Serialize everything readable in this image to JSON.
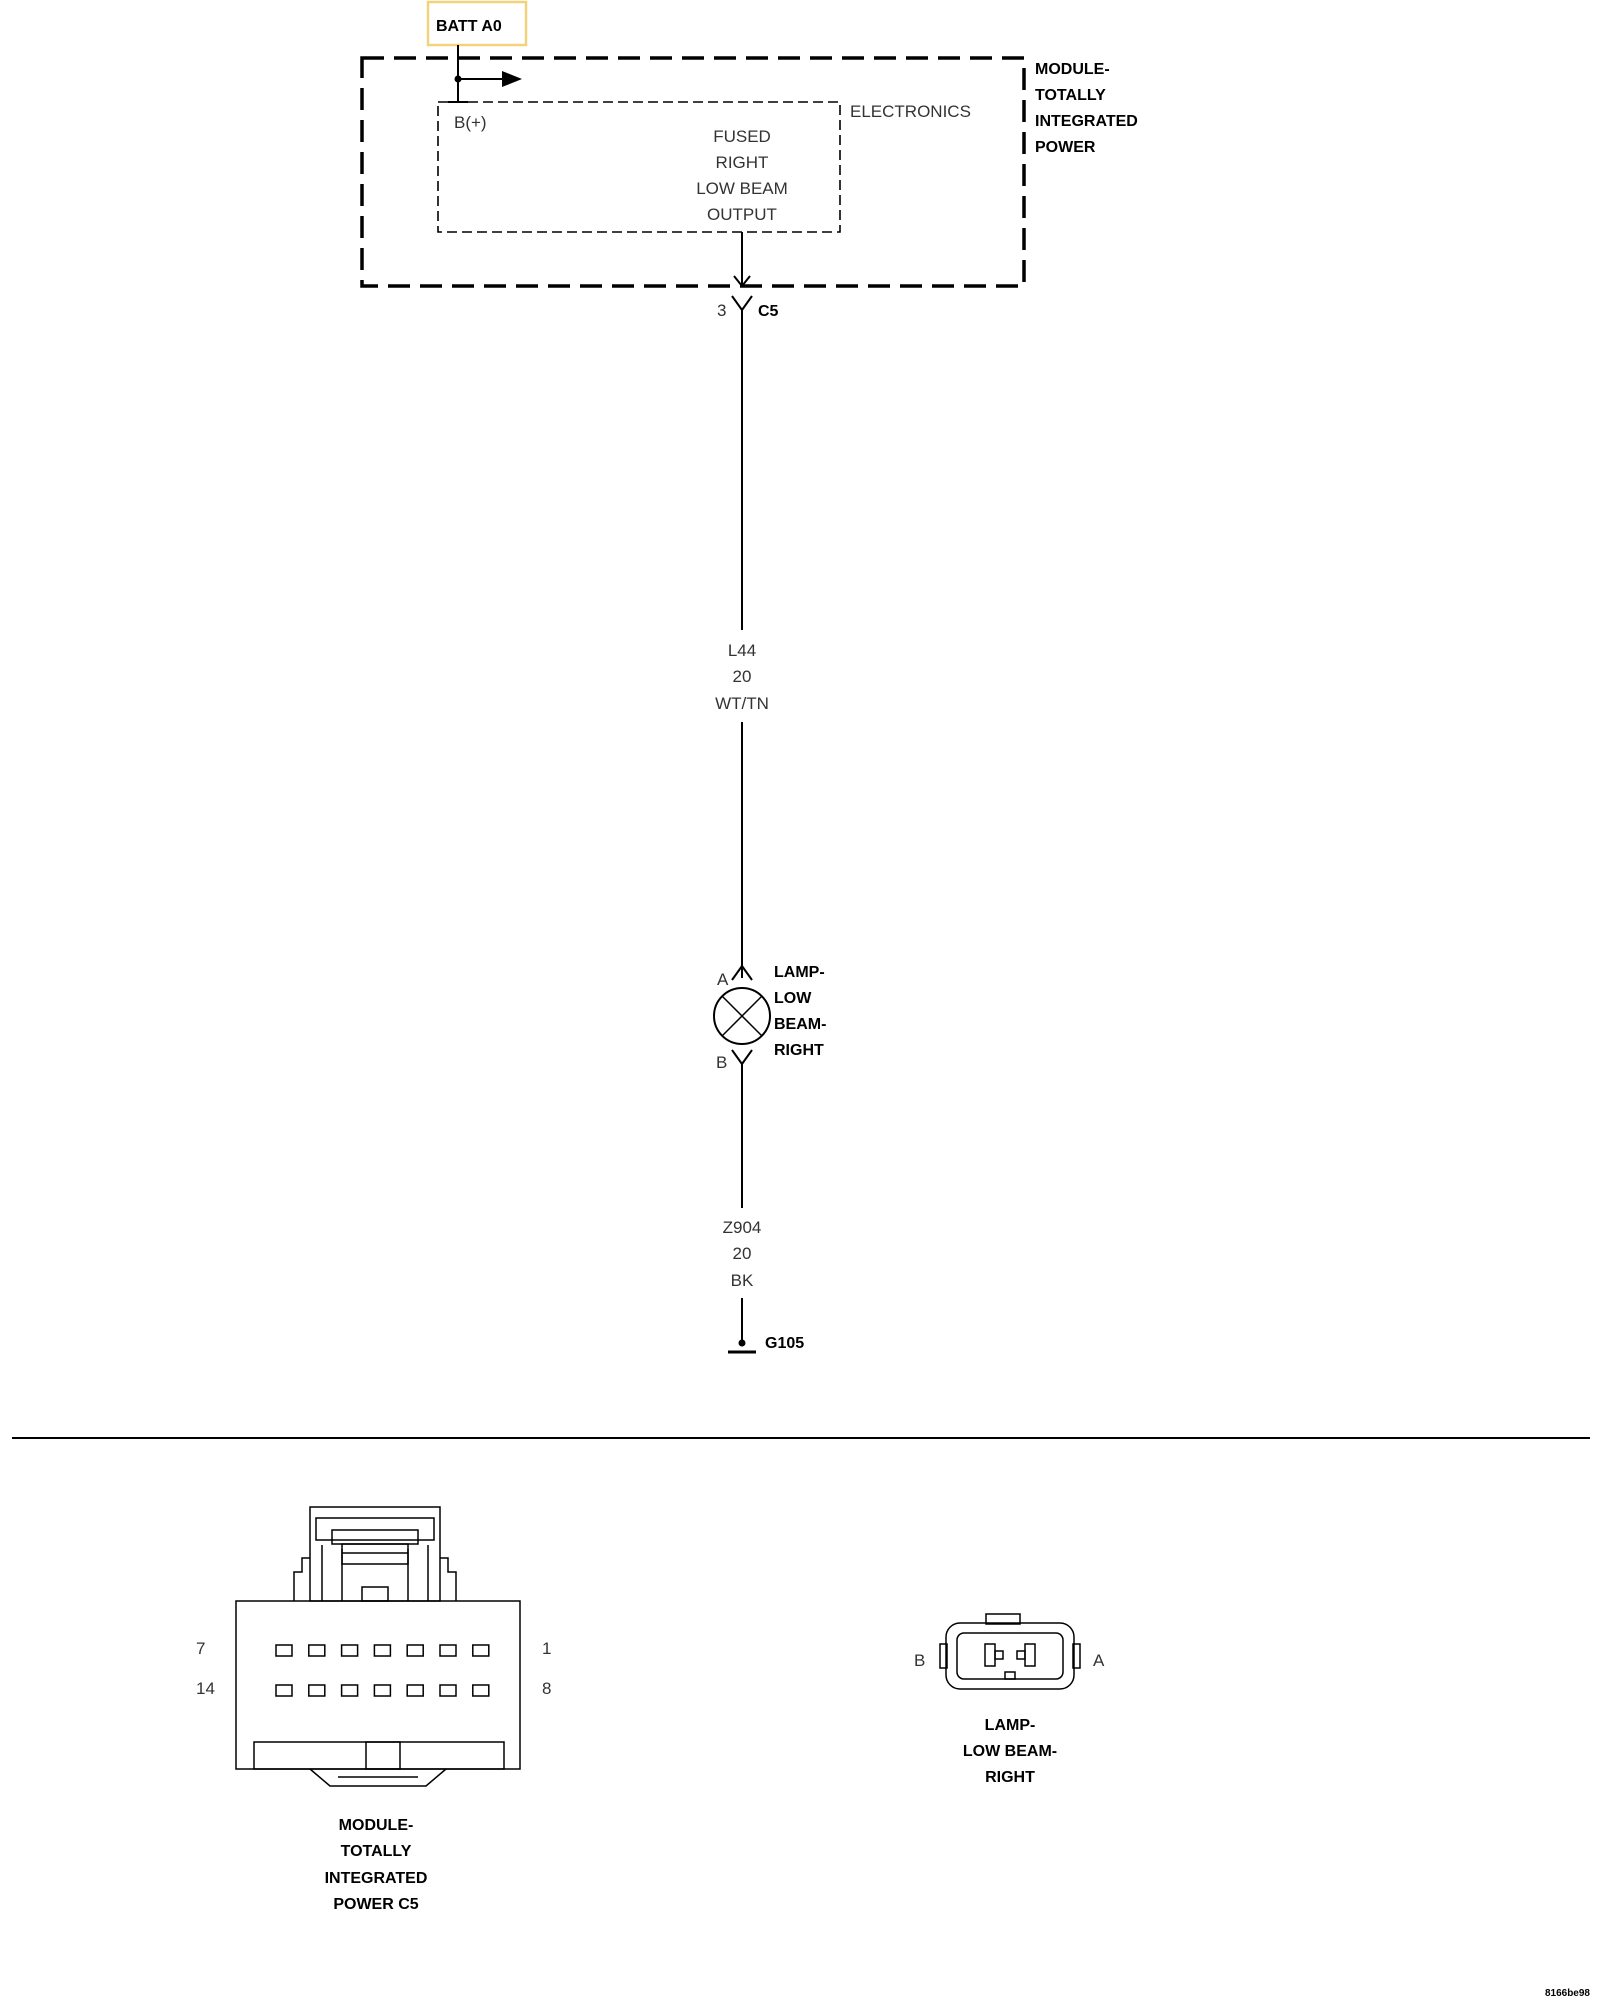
{
  "battery_label": "BATT A0",
  "module": {
    "name_lines": [
      "MODULE-",
      "TOTALLY",
      "INTEGRATED",
      "POWER"
    ],
    "electronics_label": "ELECTRONICS",
    "bplus_label": "B(+)",
    "output_lines": [
      "FUSED",
      "RIGHT",
      "LOW BEAM",
      "OUTPUT"
    ]
  },
  "connector_c5": {
    "pin": "3",
    "name": "C5"
  },
  "wire_l44": {
    "circuit": "L44",
    "gauge": "20",
    "color": "WT/TN"
  },
  "lamp": {
    "pin_a": "A",
    "pin_b": "B",
    "name_lines": [
      "LAMP-",
      "LOW",
      "BEAM-",
      "RIGHT"
    ]
  },
  "wire_z904": {
    "circuit": "Z904",
    "gauge": "20",
    "color": "BK"
  },
  "ground": {
    "name": "G105"
  },
  "c5_view": {
    "pin_labels": {
      "top_left": "7",
      "top_right": "1",
      "bottom_left": "14",
      "bottom_right": "8"
    },
    "caption_lines": [
      "MODULE-",
      "TOTALLY",
      "INTEGRATED",
      "POWER C5"
    ]
  },
  "lamp_view": {
    "pin_left": "B",
    "pin_right": "A",
    "caption_lines": [
      "LAMP-",
      "LOW BEAM-",
      "RIGHT"
    ]
  },
  "doc_id": "8166be98",
  "colors": {
    "battery_box": "#f3d37a"
  }
}
